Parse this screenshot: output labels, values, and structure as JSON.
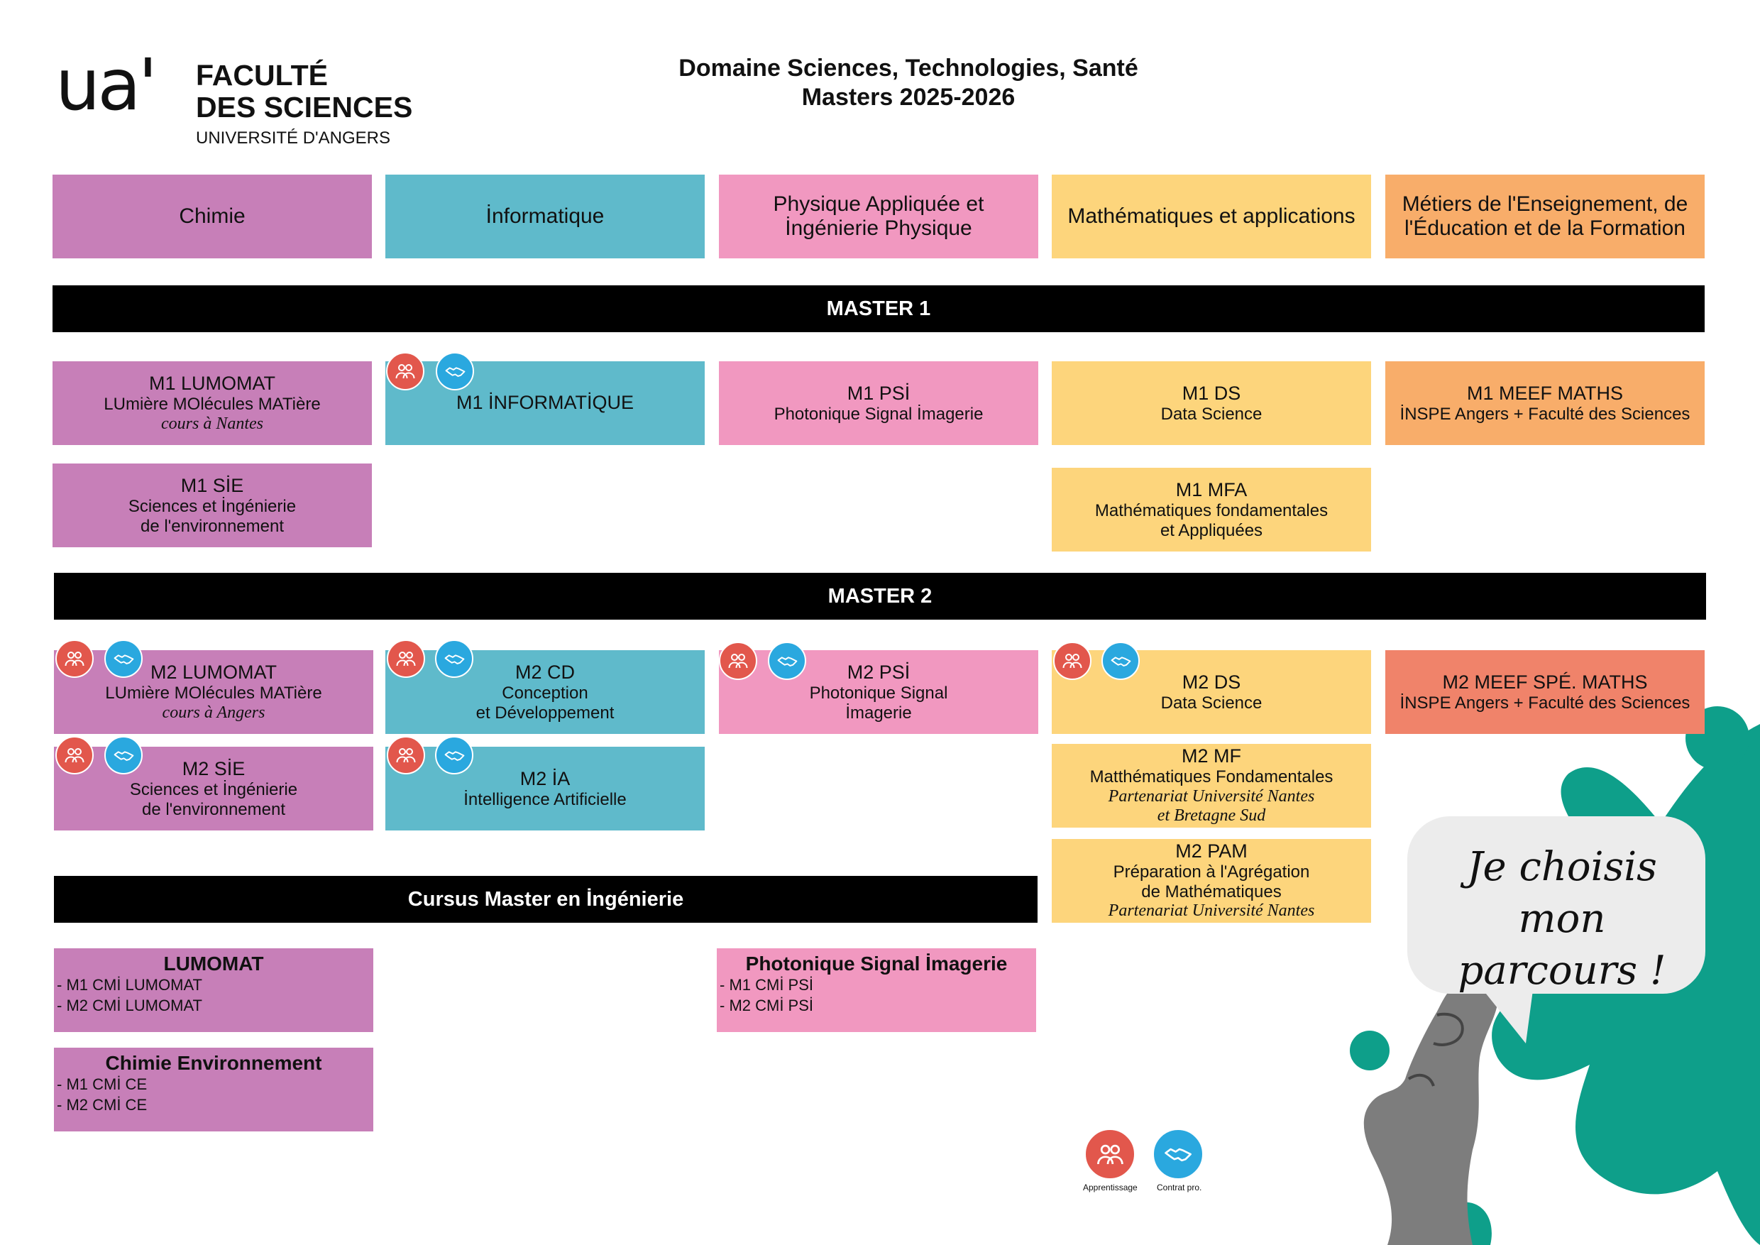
{
  "logo": {
    "mark": "ua'",
    "line1": "FACULTÉ",
    "line2": "DES SCIENCES",
    "line3": "UNIVERSITÉ D'ANGERS"
  },
  "header": {
    "title": "Domaine Sciences, Technologies, Santé",
    "subtitle": "Masters 2025-2026"
  },
  "domains": [
    {
      "label": "Chimie"
    },
    {
      "label": "İnformatique"
    },
    {
      "label": "Physique Appliquée et İngénierie Physique"
    },
    {
      "label": "Mathématiques et applications"
    },
    {
      "label": "Métiers de l'Enseignement, de l'Éducation et de la Formation"
    }
  ],
  "sections": {
    "master1": "MASTER 1",
    "master2": "MASTER 2",
    "cmi": "Cursus Master en İngénierie"
  },
  "m1": {
    "lumomat": {
      "title": "M1 LUMOMAT",
      "sub": "LUmière MOlécules MATière",
      "note": "cours à Nantes"
    },
    "sie": {
      "title": "M1 SİE",
      "sub1": "Sciences et İngénierie",
      "sub2": "de l'environnement"
    },
    "info": {
      "title": "M1 İNFORMATİQUE"
    },
    "psi": {
      "title": "M1 PSİ",
      "sub": "Photonique Signal İmagerie"
    },
    "ds": {
      "title": "M1 DS",
      "sub": "Data Science"
    },
    "mfa": {
      "title": "M1 MFA",
      "sub1": "Mathématiques fondamentales",
      "sub2": "et Appliquées"
    },
    "meef": {
      "title": "M1 MEEF MATHS",
      "sub": "İNSPE Angers + Faculté des Sciences"
    }
  },
  "m2": {
    "lumomat": {
      "title": "M2 LUMOMAT",
      "sub": "LUmière MOlécules MATière",
      "note": "cours à Angers"
    },
    "sie": {
      "title": "M2 SİE",
      "sub1": "Sciences et İngénierie",
      "sub2": "de l'environnement"
    },
    "cd": {
      "title": "M2 CD",
      "sub1": "Conception",
      "sub2": "et Développement"
    },
    "ia": {
      "title": "M2 İA",
      "sub": "İntelligence Artificielle"
    },
    "psi": {
      "title": "M2 PSİ",
      "sub1": "Photonique Signal",
      "sub2": "İmagerie"
    },
    "ds": {
      "title": "M2 DS",
      "sub": "Data Science"
    },
    "mf": {
      "title": "M2 MF",
      "sub": "Matthématiques Fondamentales",
      "note1": "Partenariat Université Nantes",
      "note2": "et Bretagne Sud"
    },
    "pam": {
      "title": "M2 PAM",
      "sub1": "Préparation à l'Agrégation",
      "sub2": "de Mathématiques",
      "note": "Partenariat Université Nantes"
    },
    "meef": {
      "title": "M2 MEEF SPÉ. MATHS",
      "sub": "İNSPE Angers + Faculté des Sciences"
    }
  },
  "cmi": {
    "lumomat": {
      "heading": "LUMOMAT",
      "items": [
        "- M1 CMİ LUMOMAT",
        "- M2 CMİ LUMOMAT"
      ]
    },
    "ce": {
      "heading": "Chimie Environnement",
      "items": [
        "- M1 CMİ CE",
        "- M2 CMİ CE"
      ]
    },
    "psi": {
      "heading": "Photonique Signal İmagerie",
      "items": [
        "- M1 CMİ PSİ",
        "- M2 CMİ PSİ"
      ]
    }
  },
  "badges": {
    "apprentissage": "Apprentissage",
    "contrat": "Contrat pro."
  },
  "bubble": {
    "line1": "Je choisis mon",
    "line2": "parcours !"
  },
  "colors": {
    "chimie": "#c77fb8",
    "informatique": "#5fbacb",
    "physique": "#f198c0",
    "maths": "#fdd57c",
    "meef": "#f8ad6a",
    "meef_m2": "#f0836a",
    "splash": "#0e9f8a",
    "apprentissage": "#e2574c",
    "contrat": "#2aa8df"
  }
}
